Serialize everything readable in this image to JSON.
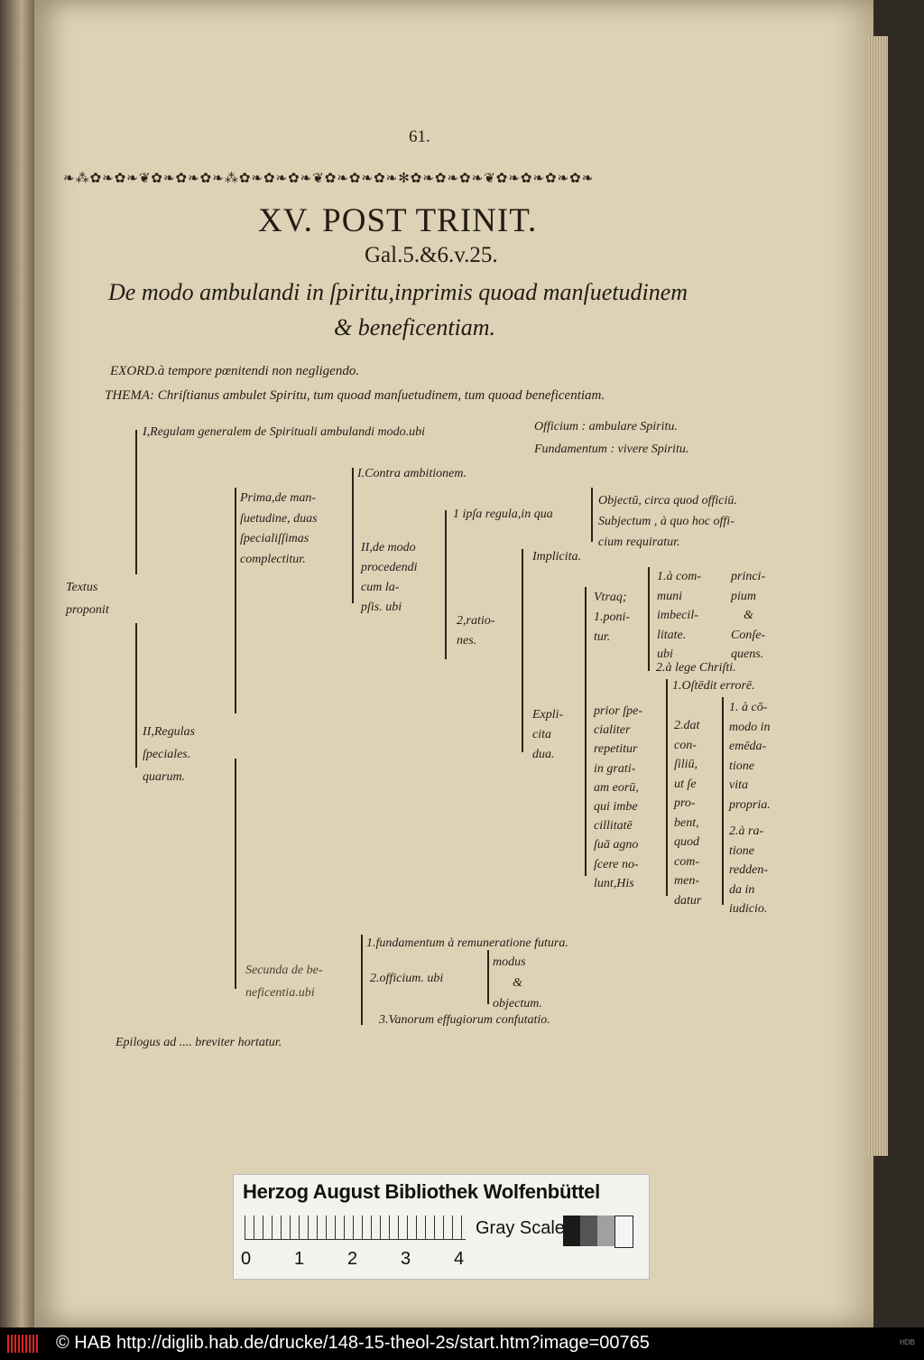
{
  "page": {
    "page_number": "61.",
    "ornament": "❧⁂✿❧✿❧❦✿❧✿❧✿❧⁂✿❧✿❧✿❧❦✿❧✿❧✿❧✻✿❧✿❧✿❧❦✿❧✿❧✿❧✿❧",
    "title": "XV. POST TRINIT.",
    "reference": "Gal.5.&6.v.25.",
    "subtitle_1": "De modo ambulandi in ſpiritu,inprimis quoad manſuetudinem",
    "subtitle_2": "& beneficentiam.",
    "exord": "EXORD.à tempore pœnitendi non negligendo.",
    "thema": "THEMA:  Chriſtianus ambulet Spiritu, tum quoad manſuetudinem, tum quoad beneficentiam.",
    "textus": [
      "Textus",
      "proponit"
    ],
    "regula_1": "I,Regulam generalem de Spirituali ambulandi modo.ubi",
    "officium": "Officium : ambulare Spiritu.",
    "fundamentum": "Fundamentum : vivere Spiritu.",
    "regulas_2": [
      "II,Regulas",
      "ſpeciales.",
      "quarum."
    ],
    "prima": [
      "Prima,de man-",
      "ſuetudine, duas",
      "ſpecialiſſimas",
      "complectitur."
    ],
    "contra": "I.Contra ambitionem.",
    "de_modo": [
      "II,de modo",
      "procedendi",
      "cum la-",
      "pſis. ubi"
    ],
    "ipsa_regula": "1 ipſa regula,in qua",
    "objectum": [
      "Objectū, circa quod officiū.",
      "Subjectum , à quo hoc offi-",
      "cium requiratur."
    ],
    "rationes": [
      "2,ratio-",
      "nes."
    ],
    "implicita": "Implicita.",
    "explicita": [
      "Expli-",
      "cita",
      "dua."
    ],
    "utraque": [
      "Vtraq;",
      "1.poni-",
      "tur."
    ],
    "communi": [
      "1.à com-",
      "muni",
      "imbecil-",
      "litate.",
      "ubi"
    ],
    "principium": [
      "princi-",
      "pium",
      "&",
      "Conſe-",
      "quens."
    ],
    "lege": "2.à lege Chriſti.",
    "prior": [
      "prior ſpe-",
      "cialiter",
      "repetitur",
      "in grati-",
      "am eorū,",
      "qui imbe",
      "cillitatē",
      "ſuā agno",
      "ſcere no-",
      "lunt,His"
    ],
    "ostendit": "1.Oſtēdit errorē.",
    "dat": [
      "2.dat",
      "con-",
      "ſiliū,",
      "ut ſe",
      "pro-",
      "bent,",
      "quod",
      "com-",
      "men-",
      "datur"
    ],
    "commodo": [
      "1. à cō-",
      "modo in",
      "emēda-",
      "tione",
      "vita",
      "propria."
    ],
    "ratione": [
      "2.à ra-",
      "tione",
      "redden-",
      "da in",
      "iudicio."
    ],
    "secunda": [
      "Secunda de be-",
      "neficentia.ubi"
    ],
    "fund_rem": "1.fundamentum à remuneratione futura.",
    "off_ubi": "2.officium. ubi",
    "modus": [
      "modus",
      "&",
      "objectum."
    ],
    "vanorum": "3.Vanorum effugiorum confutatio.",
    "epilogus": "Epilogus ad .... breviter hortatur."
  },
  "color_card": {
    "institution": "Herzog August Bibliothek Wolfenbüttel",
    "scale_numbers": [
      "0",
      "1",
      "2",
      "3",
      "4"
    ],
    "gray_label": "Gray Scale",
    "swatches": [
      "#1a1a1a",
      "#555555",
      "#a0a0a0",
      "#f4f4f4"
    ]
  },
  "footer": {
    "copyright": "© HAB http://diglib.hab.de/drucke/148-15-theol-2s/start.htm?image=00765",
    "mini": "HDB"
  }
}
